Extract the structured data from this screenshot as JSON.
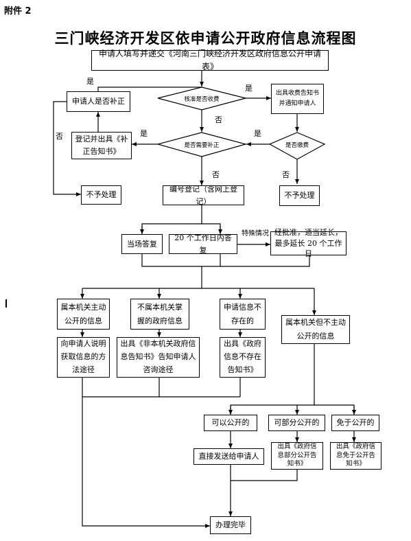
{
  "attachment_label": "附件 2",
  "title": "三门峡经济开发区依申请公开政府信息流程图",
  "boxes": {
    "submit": "申请人填写并递交《河南三门峡经济开发区政府信息公开申请表》",
    "supplement": "申请人是否补正",
    "register_notice": "登记并出具《补正告知书》",
    "reject_left": "不予处理",
    "fee_notice": "出具收费告知书并通知申请人",
    "reject_right": "不予处理",
    "number_register": "编号登记（含网上登记）",
    "immediate": "当场答复",
    "within20": "20 个工作日内答复",
    "extension": "经批准，适当延长，最多延长 20 个工作日",
    "active": "属本机关主动公开的信息",
    "not_ours": "不属本机关掌握的政府信息",
    "not_exist": "申请信息不存在的",
    "not_active": "属本机关但不主动公开的信息",
    "explain": "向申请人说明获取信息的方法途径",
    "not_ours_notice": "出具《非本机关政府信息告知书》告知申请人咨询途径",
    "not_exist_notice": "出具《政府信息不存在告知书》",
    "can_open": "可以公开的",
    "partial": "可部分公开的",
    "exempt": "免于公开的",
    "send_direct": "直接发送给申请人",
    "partial_notice": "出具《政府信息部分公开告知书》",
    "exempt_notice": "出具《政府信息免于公开告知书》",
    "done": "办理完毕"
  },
  "decisions": {
    "check_fee": "核准是否收费",
    "need_fix": "是否需要补正",
    "paid": "是否缴费"
  },
  "labels": {
    "yes": "是",
    "no": "否",
    "special": "特殊情况"
  }
}
